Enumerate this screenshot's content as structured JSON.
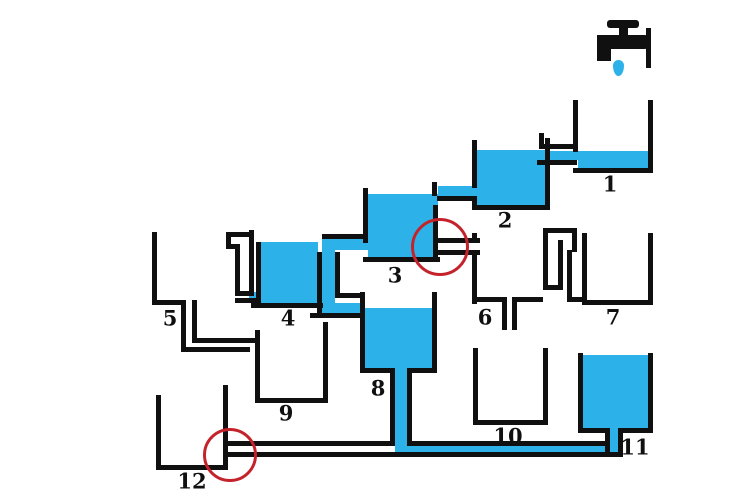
{
  "scene": {
    "kind": "water-tank-puzzle-diagram",
    "description_visible_text_only": true
  },
  "colors": {
    "water": "#2cb2e8",
    "outline": "#101010",
    "highlight_circle": "#c4232b",
    "background": "#ffffff"
  },
  "faucet": {
    "icon": "faucet-icon",
    "state": "dripping",
    "drop_icon": "water-drop-icon"
  },
  "tanks": [
    {
      "id": 1,
      "label": "1",
      "filled": true
    },
    {
      "id": 2,
      "label": "2",
      "filled": true
    },
    {
      "id": 3,
      "label": "3",
      "filled": true
    },
    {
      "id": 4,
      "label": "4",
      "filled": true
    },
    {
      "id": 5,
      "label": "5",
      "filled": false
    },
    {
      "id": 6,
      "label": "6",
      "filled": false
    },
    {
      "id": 7,
      "label": "7",
      "filled": false
    },
    {
      "id": 8,
      "label": "8",
      "filled": true
    },
    {
      "id": 9,
      "label": "9",
      "filled": false
    },
    {
      "id": 10,
      "label": "10",
      "filled": false
    },
    {
      "id": 11,
      "label": "11",
      "filled": true
    },
    {
      "id": 12,
      "label": "12",
      "filled": false
    }
  ],
  "highlights": [
    {
      "id": "circle-1",
      "shape": "circle",
      "at": "pipe junction on right wall of tank 3"
    },
    {
      "id": "circle-2",
      "shape": "circle",
      "at": "pipe junction on right wall of tank 12"
    }
  ],
  "pipes": {
    "bottom_pipe": {
      "left_section": "empty",
      "right_section": "filled"
    }
  }
}
